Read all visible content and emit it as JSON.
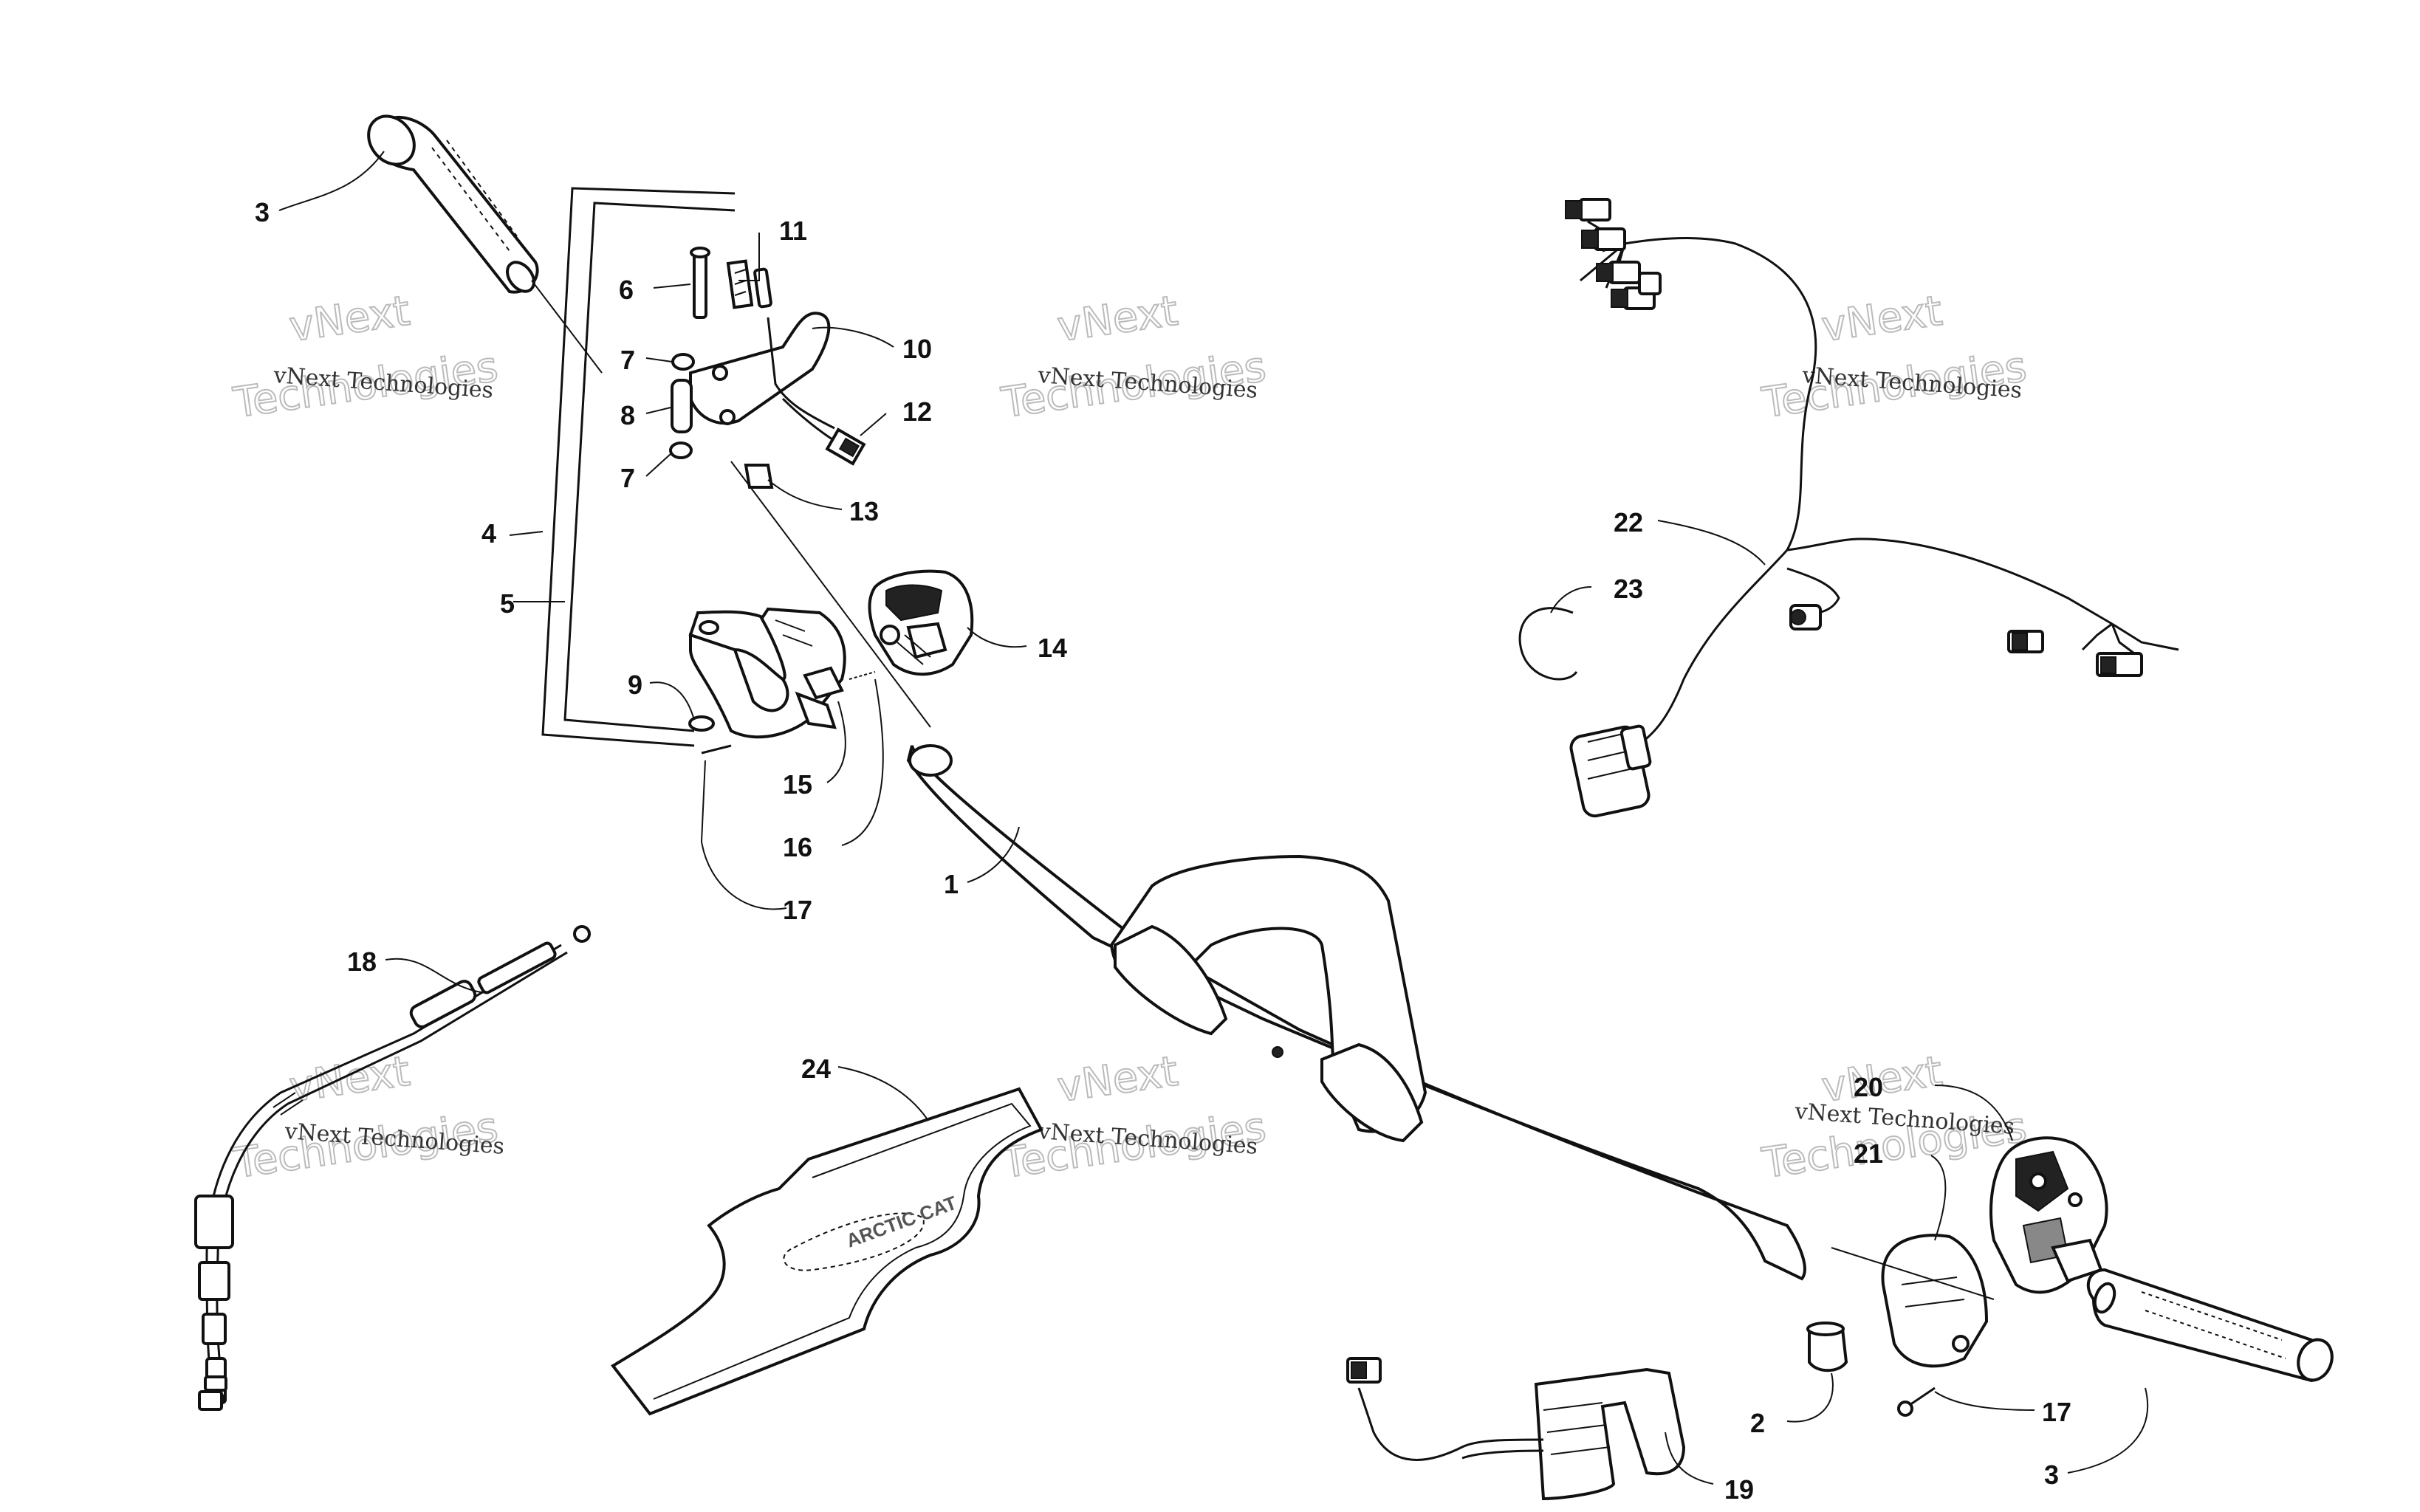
{
  "watermark": {
    "line1": "vNext Technologies",
    "line2": "vNext",
    "line3": "Technologies"
  },
  "decal_text": "ARCTIC CAT",
  "callouts": [
    {
      "id": "c3a",
      "text": "3"
    },
    {
      "id": "c11",
      "text": "11"
    },
    {
      "id": "c6",
      "text": "6"
    },
    {
      "id": "c10",
      "text": "10"
    },
    {
      "id": "c7a",
      "text": "7"
    },
    {
      "id": "c8",
      "text": "8"
    },
    {
      "id": "c12",
      "text": "12"
    },
    {
      "id": "c7b",
      "text": "7"
    },
    {
      "id": "c13",
      "text": "13"
    },
    {
      "id": "c4",
      "text": "4"
    },
    {
      "id": "c5",
      "text": "5"
    },
    {
      "id": "c14",
      "text": "14"
    },
    {
      "id": "c9",
      "text": "9"
    },
    {
      "id": "c15",
      "text": "15"
    },
    {
      "id": "c16",
      "text": "16"
    },
    {
      "id": "c1",
      "text": "1"
    },
    {
      "id": "c17a",
      "text": "17"
    },
    {
      "id": "c18",
      "text": "18"
    },
    {
      "id": "c24",
      "text": "24"
    },
    {
      "id": "c22",
      "text": "22"
    },
    {
      "id": "c23",
      "text": "23"
    },
    {
      "id": "c20",
      "text": "20"
    },
    {
      "id": "c21",
      "text": "21"
    },
    {
      "id": "c17b",
      "text": "17"
    },
    {
      "id": "c2",
      "text": "2"
    },
    {
      "id": "c19",
      "text": "19"
    },
    {
      "id": "c3b",
      "text": "3"
    }
  ]
}
